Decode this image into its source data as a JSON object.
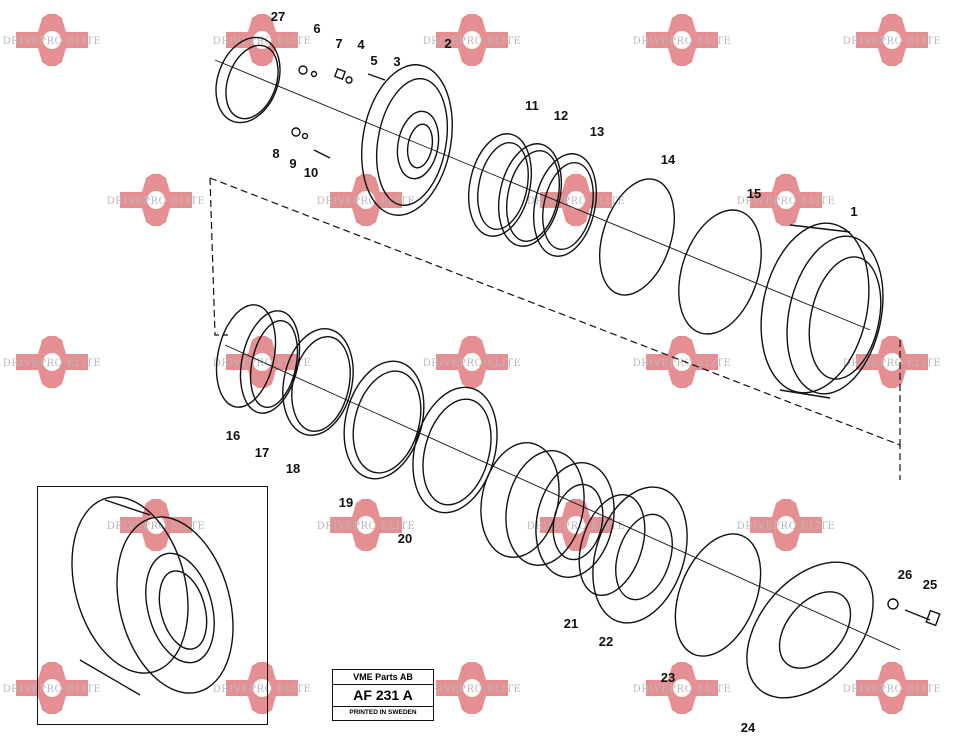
{
  "watermark": {
    "text": "DRIVEPRO ELITE"
  },
  "colors": {
    "watermark_gear": "#e58f92",
    "watermark_text": "#b9b9b9",
    "line": "#111111"
  },
  "callouts": [
    "27",
    "6",
    "7",
    "4",
    "5",
    "3",
    "2",
    "8",
    "9",
    "10",
    "11",
    "12",
    "13",
    "14",
    "15",
    "1",
    "16",
    "17",
    "18",
    "19",
    "20",
    "21",
    "22",
    "23",
    "24",
    "26",
    "25"
  ],
  "title_block": {
    "company": "VME Parts AB",
    "code": "AF 231 A",
    "note": "PRINTED IN SWEDEN"
  }
}
